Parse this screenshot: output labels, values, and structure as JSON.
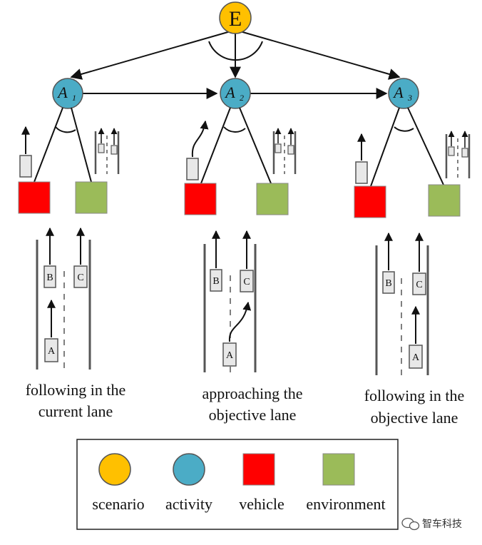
{
  "root": {
    "label": "E",
    "color": "#FFC000"
  },
  "activities": [
    {
      "letter": "A",
      "sub": "1"
    },
    {
      "letter": "A",
      "sub": "2"
    },
    {
      "letter": "A",
      "sub": "3"
    }
  ],
  "activity_color": "#4BACC6",
  "vehicle_color": "#FF0000",
  "environment_color": "#9BBB59",
  "vehicles": {
    "a": "A",
    "b": "B",
    "c": "C"
  },
  "captions": [
    {
      "line1": "following in the",
      "line2": "current lane"
    },
    {
      "line1": "approaching the",
      "line2": "objective lane"
    },
    {
      "line1": "following in the",
      "line2": "objective lane"
    }
  ],
  "legend": {
    "scenario": "scenario",
    "activity": "activity",
    "vehicle": "vehicle",
    "environment": "environment"
  },
  "watermark": "智车科技"
}
